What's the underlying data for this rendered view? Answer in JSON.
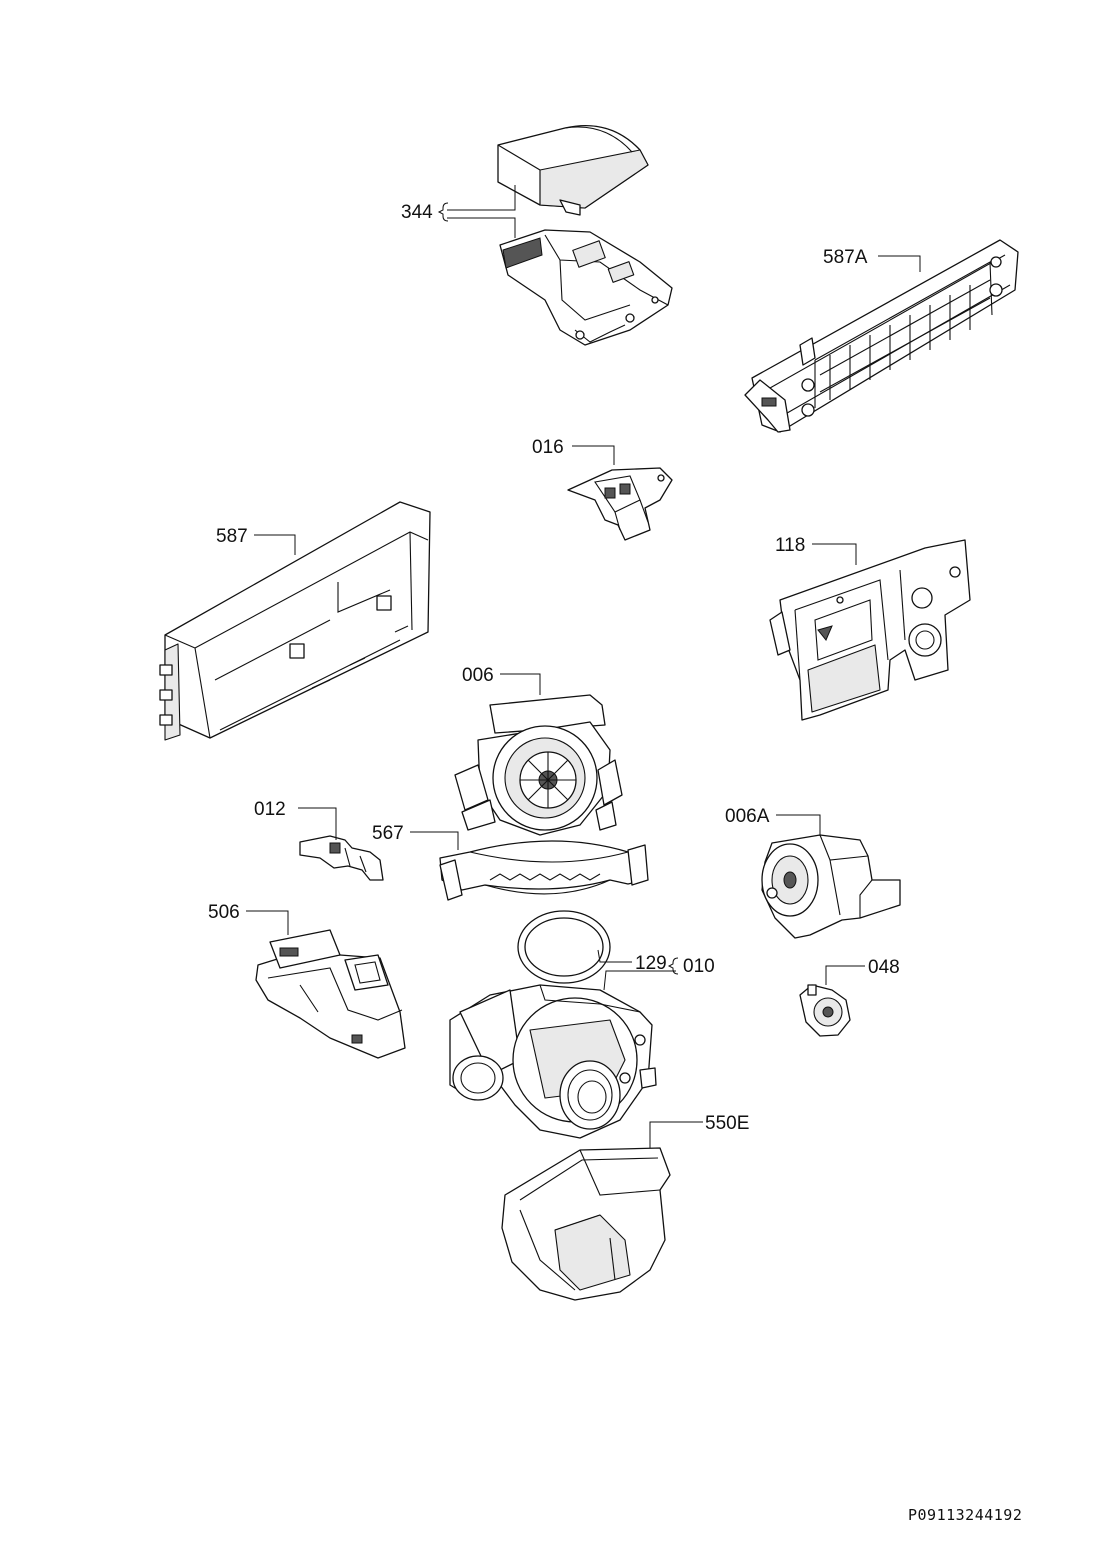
{
  "labels": {
    "p344": "344",
    "p587A": "587A",
    "p016": "016",
    "p587": "587",
    "p118": "118",
    "p006": "006",
    "p012": "012",
    "p567": "567",
    "p006A": "006A",
    "p506": "506",
    "p129": "129",
    "p010": "010",
    "p048": "048",
    "p550E": "550E"
  },
  "footer_code": "P09113244192"
}
